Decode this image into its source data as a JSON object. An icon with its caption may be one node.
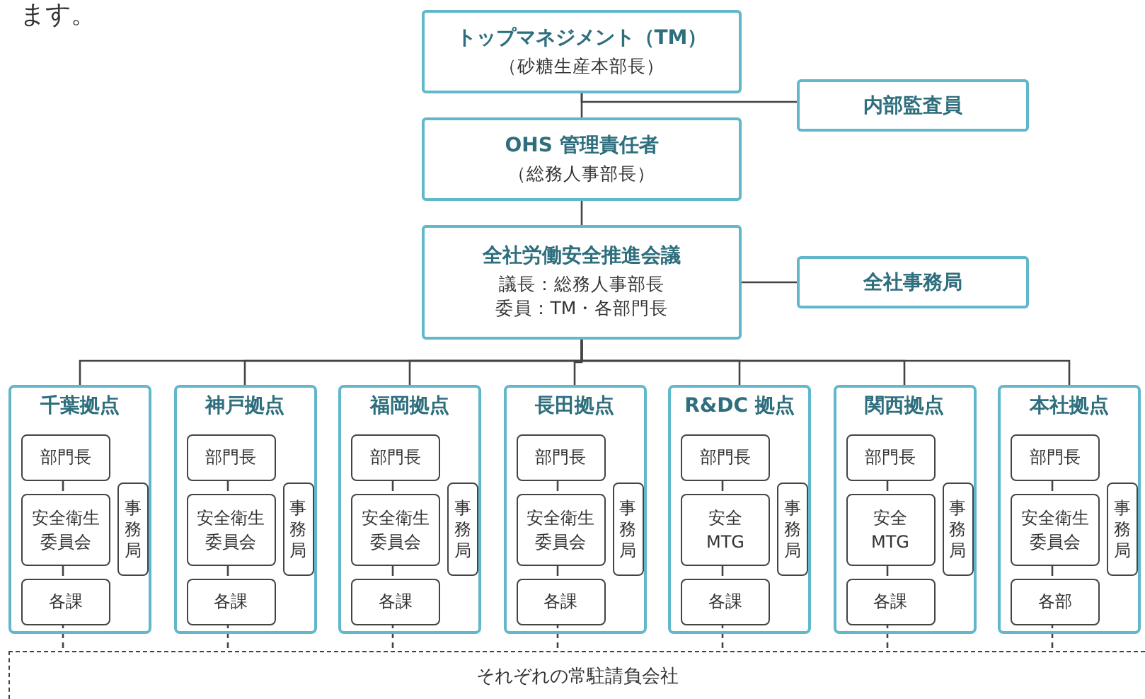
{
  "diagram": {
    "nodes": [
      {
        "text": [
          "トップマネジメント（TM）",
          "（砂糖生産本部長）"
        ]
      },
      {
        "text": [
          "内部監査員"
        ]
      },
      {
        "text": [
          "OHS 管理責任者",
          "（総務人事部長）"
        ]
      },
      {
        "text": [
          "全社労働安全推進会議",
          "議長：総務人事部長",
          "委員：TM・各部門長"
        ]
      },
      {
        "text": [
          "全社事務局"
        ]
      },
      {
        "text": [
          "千葉拠点"
        ]
      },
      {
        "text": [
          "部門長"
        ],
        "in": 5
      },
      {
        "text": [
          "安全衛生委員会"
        ],
        "in": 5
      },
      {
        "text": [
          "事務局"
        ],
        "in": 5
      },
      {
        "text": [
          "各課"
        ],
        "in": 5
      },
      {
        "text": [
          "神戸拠点"
        ]
      },
      {
        "text": [
          "部門長"
        ],
        "in": 10
      },
      {
        "text": [
          "安全衛生委員会"
        ],
        "in": 10
      },
      {
        "text": [
          "事務局"
        ],
        "in": 10
      },
      {
        "text": [
          "各課"
        ],
        "in": 10
      },
      {
        "text": [
          "福岡拠点"
        ]
      },
      {
        "text": [
          "部門長"
        ],
        "in": 15
      },
      {
        "text": [
          "安全衛生委員会"
        ],
        "in": 15
      },
      {
        "text": [
          "事務局"
        ],
        "in": 15
      },
      {
        "text": [
          "各課"
        ],
        "in": 15
      },
      {
        "text": [
          "長田拠点"
        ]
      },
      {
        "text": [
          "部門長"
        ],
        "in": 20
      },
      {
        "text": [
          "安全衛生委員会"
        ],
        "in": 20
      },
      {
        "text": [
          "事務局"
        ],
        "in": 20
      },
      {
        "text": [
          "各課"
        ],
        "in": 20
      },
      {
        "text": [
          "R&DC 拠点"
        ]
      },
      {
        "text": [
          "部門長"
        ],
        "in": 25
      },
      {
        "text": [
          "安全 MTG"
        ],
        "in": 25
      },
      {
        "text": [
          "事務局"
        ],
        "in": 25
      },
      {
        "text": [
          "各課"
        ],
        "in": 25
      },
      {
        "text": [
          "関西拠点"
        ]
      },
      {
        "text": [
          "部門長"
        ],
        "in": 30
      },
      {
        "text": [
          "安全 MTG"
        ],
        "in": 30
      },
      {
        "text": [
          "事務局"
        ],
        "in": 30
      },
      {
        "text": [
          "各課"
        ],
        "in": 30
      },
      {
        "text": [
          "本社拠点"
        ]
      },
      {
        "text": [
          "部門長"
        ],
        "in": 35
      },
      {
        "text": [
          "安全衛生委員会"
        ],
        "in": 35
      },
      {
        "text": [
          "事務局"
        ],
        "in": 35
      },
      {
        "text": [
          "各部"
        ],
        "in": 35
      },
      {
        "text": [
          "それぞれの常駐請負会社"
        ]
      }
    ],
    "edges": [
      {
        "from": 0,
        "to": 2,
        "arrow": "none"
      },
      {
        "from": 0,
        "to": 1,
        "arrow": "none"
      },
      {
        "from": 2,
        "to": 3,
        "arrow": "none"
      },
      {
        "from": 3,
        "to": 4,
        "arrow": "none"
      },
      {
        "from": 3,
        "to": 5,
        "arrow": "none"
      },
      {
        "from": 3,
        "to": 10,
        "arrow": "none"
      },
      {
        "from": 3,
        "to": 15,
        "arrow": "none"
      },
      {
        "from": 3,
        "to": 20,
        "arrow": "none"
      },
      {
        "from": 3,
        "to": 25,
        "arrow": "none"
      },
      {
        "from": 3,
        "to": 30,
        "arrow": "none"
      },
      {
        "from": 3,
        "to": 35,
        "arrow": "none"
      },
      {
        "from": 6,
        "to": 7,
        "arrow": "none"
      },
      {
        "from": 7,
        "to": 9,
        "arrow": "none"
      },
      {
        "from": 9,
        "to": 40,
        "arrow": "none",
        "style": "dashed"
      },
      {
        "from": 11,
        "to": 12,
        "arrow": "none"
      },
      {
        "from": 12,
        "to": 14,
        "arrow": "none"
      },
      {
        "from": 14,
        "to": 40,
        "arrow": "none",
        "style": "dashed"
      },
      {
        "from": 16,
        "to": 17,
        "arrow": "none"
      },
      {
        "from": 17,
        "to": 19,
        "arrow": "none"
      },
      {
        "from": 19,
        "to": 40,
        "arrow": "none",
        "style": "dashed"
      },
      {
        "from": 21,
        "to": 22,
        "arrow": "none"
      },
      {
        "from": 22,
        "to": 24,
        "arrow": "none"
      },
      {
        "from": 24,
        "to": 40,
        "arrow": "none",
        "style": "dashed"
      },
      {
        "from": 26,
        "to": 27,
        "arrow": "none"
      },
      {
        "from": 27,
        "to": 29,
        "arrow": "none"
      },
      {
        "from": 29,
        "to": 40,
        "arrow": "none",
        "style": "dashed"
      },
      {
        "from": 31,
        "to": 32,
        "arrow": "none"
      },
      {
        "from": 32,
        "to": 34,
        "arrow": "none"
      },
      {
        "from": 34,
        "to": 40,
        "arrow": "none",
        "style": "dashed"
      },
      {
        "from": 36,
        "to": 37,
        "arrow": "none"
      },
      {
        "from": 37,
        "to": 39,
        "arrow": "none"
      },
      {
        "from": 39,
        "to": 40,
        "arrow": "none",
        "style": "dashed"
      }
    ],
    "labels": [
      "ます。"
    ]
  }
}
